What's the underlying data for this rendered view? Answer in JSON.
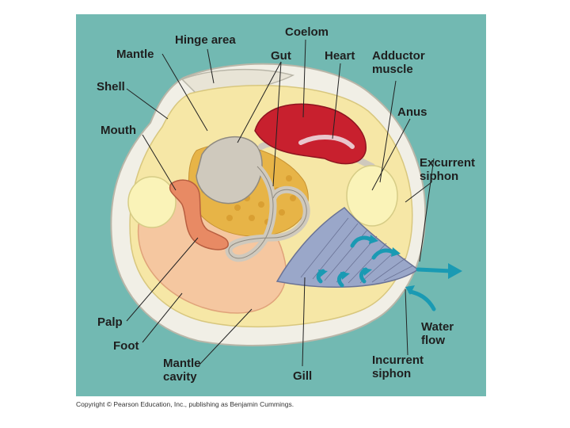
{
  "labels": {
    "mantle": "Mantle",
    "hinge_area": "Hinge area",
    "coelom": "Coelom",
    "gut": "Gut",
    "heart": "Heart",
    "adductor_muscle": "Adductor\nmuscle",
    "shell": "Shell",
    "mouth": "Mouth",
    "anus": "Anus",
    "excurrent_siphon": "Excurrent\nsiphon",
    "palp": "Palp",
    "foot": "Foot",
    "mantle_cavity": "Mantle\ncavity",
    "gill": "Gill",
    "incurrent_siphon": "Incurrent\nsiphon",
    "water_flow": "Water\nflow"
  },
  "copyright": "Copyright © Pearson Education, Inc., publishing as Benjamin Cummings.",
  "colors": {
    "background": "#72b9b2",
    "shell": "#f1efe6",
    "mantle": "#f6e7a6",
    "foot": "#f5c7a0",
    "heart": "#c8202e",
    "gill": "#9aa7c9",
    "arrows": "#1a9ab3"
  }
}
